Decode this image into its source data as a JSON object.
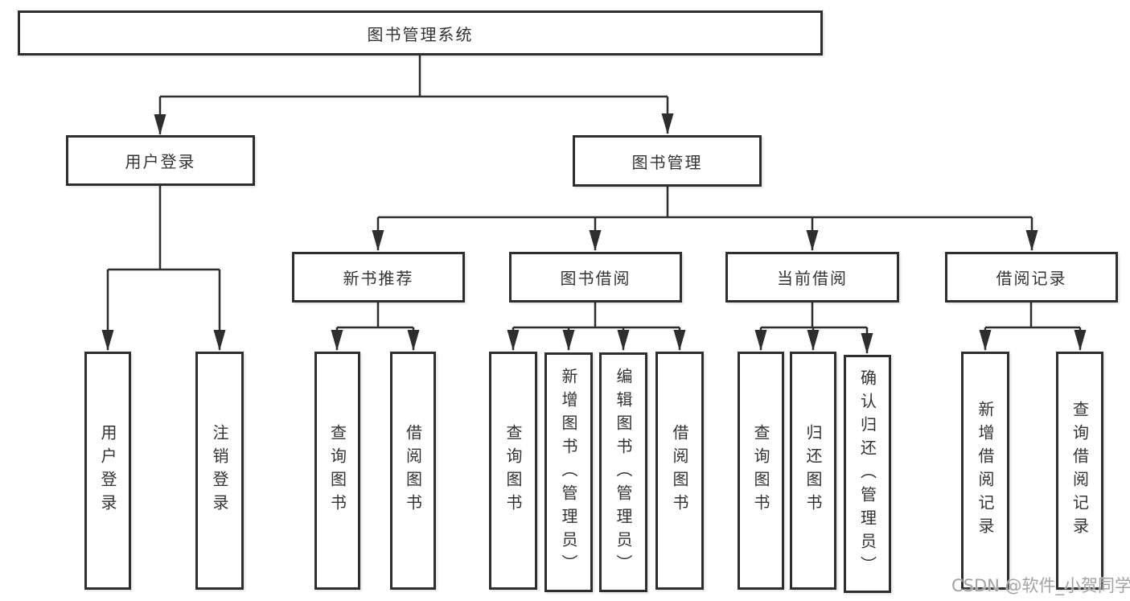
{
  "diagram": {
    "root": "图书管理系统",
    "login": {
      "label": "用户登录",
      "children": [
        "用户登录",
        "注销登录"
      ]
    },
    "management": {
      "label": "图书管理",
      "groups": [
        {
          "label": "新书推荐",
          "children": [
            "查询图书",
            "借阅图书"
          ]
        },
        {
          "label": "图书借阅",
          "children": [
            "查询图书",
            "新增图书（管理员）",
            "编辑图书（管理员）",
            "借阅图书"
          ]
        },
        {
          "label": "当前借阅",
          "children": [
            "查询图书",
            "归还图书",
            "确认归还（管理员）"
          ]
        },
        {
          "label": "借阅记录",
          "children": [
            "新增借阅记录",
            "查询借阅记录"
          ]
        }
      ]
    },
    "watermark": "CSDN @软件_小贺同学"
  },
  "colors": {
    "line": "#2e2e2e",
    "box_border": "#2e2e2e",
    "box_fill": "#ffffff",
    "text": "#333333",
    "watermark": "#a3a3a3",
    "background": "#ffffff"
  }
}
